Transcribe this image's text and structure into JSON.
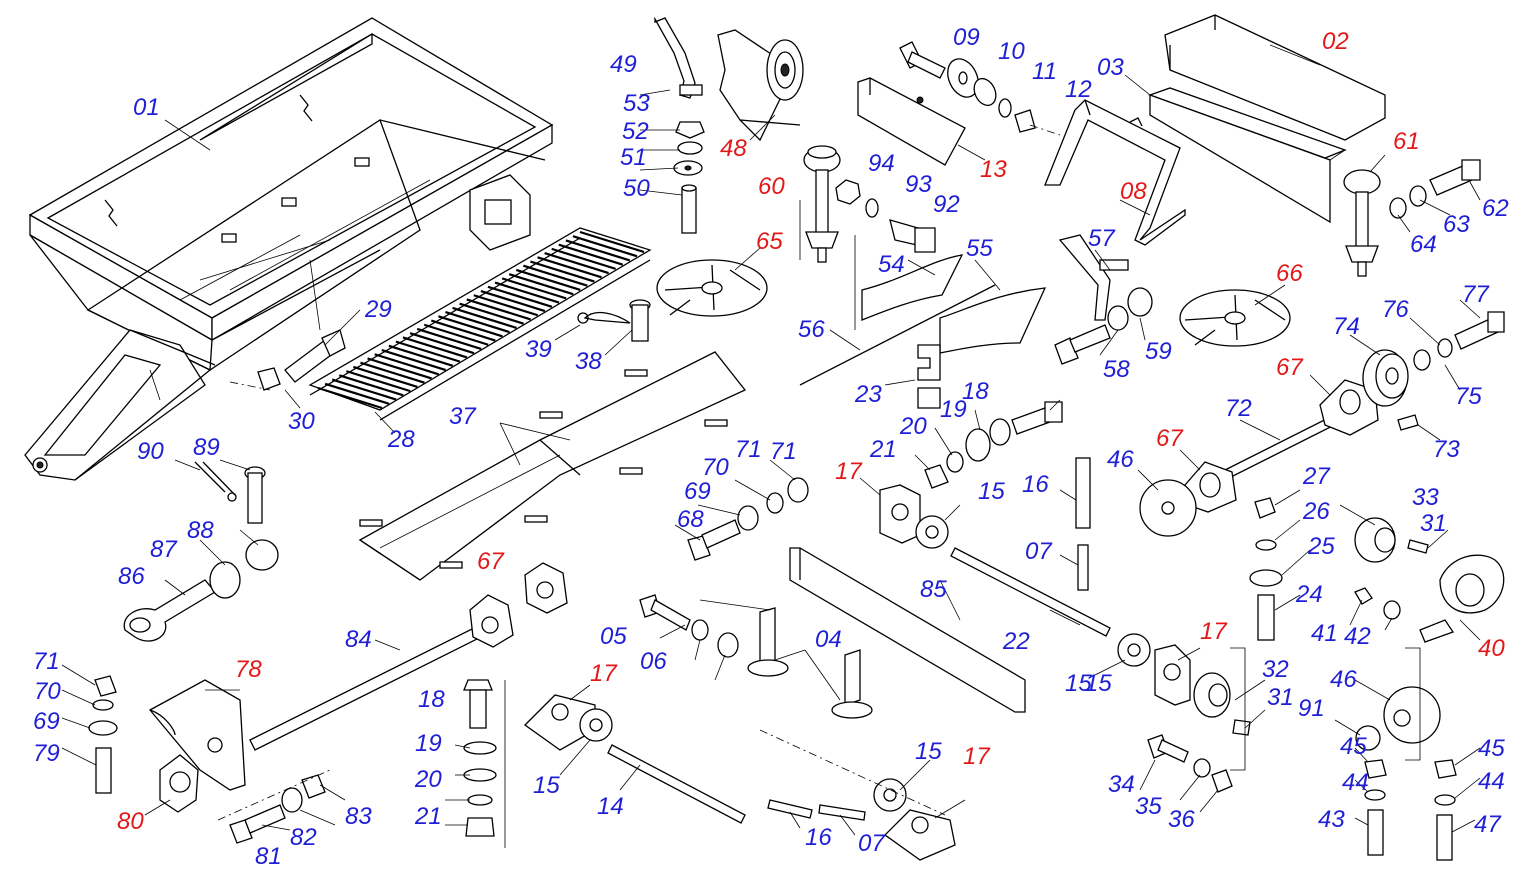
{
  "colors": {
    "standard_label": "#1f1fd6",
    "highlight_label": "#e31919",
    "line": "#000000",
    "background": "#ffffff"
  },
  "labels": [
    {
      "text": "01",
      "color": "blue"
    },
    {
      "text": "02",
      "color": "red"
    },
    {
      "text": "03",
      "color": "blue"
    },
    {
      "text": "04",
      "color": "blue"
    },
    {
      "text": "05",
      "color": "blue"
    },
    {
      "text": "06",
      "color": "blue"
    },
    {
      "text": "07",
      "color": "blue"
    },
    {
      "text": "07",
      "color": "blue"
    },
    {
      "text": "08",
      "color": "red"
    },
    {
      "text": "09",
      "color": "blue"
    },
    {
      "text": "10",
      "color": "blue"
    },
    {
      "text": "11",
      "color": "blue"
    },
    {
      "text": "12",
      "color": "blue"
    },
    {
      "text": "13",
      "color": "red"
    },
    {
      "text": "14",
      "color": "blue"
    },
    {
      "text": "15",
      "color": "blue"
    },
    {
      "text": "15",
      "color": "blue"
    },
    {
      "text": "15",
      "color": "blue"
    },
    {
      "text": "15",
      "color": "blue"
    },
    {
      "text": "15",
      "color": "blue"
    },
    {
      "text": "16",
      "color": "blue"
    },
    {
      "text": "16",
      "color": "blue"
    },
    {
      "text": "17",
      "color": "red"
    },
    {
      "text": "17",
      "color": "red"
    },
    {
      "text": "17",
      "color": "red"
    },
    {
      "text": "17",
      "color": "red"
    },
    {
      "text": "18",
      "color": "blue"
    },
    {
      "text": "18",
      "color": "blue"
    },
    {
      "text": "19",
      "color": "blue"
    },
    {
      "text": "19",
      "color": "blue"
    },
    {
      "text": "20",
      "color": "blue"
    },
    {
      "text": "20",
      "color": "blue"
    },
    {
      "text": "21",
      "color": "blue"
    },
    {
      "text": "21",
      "color": "blue"
    },
    {
      "text": "22",
      "color": "blue"
    },
    {
      "text": "23",
      "color": "blue"
    },
    {
      "text": "24",
      "color": "blue"
    },
    {
      "text": "25",
      "color": "blue"
    },
    {
      "text": "26",
      "color": "blue"
    },
    {
      "text": "27",
      "color": "blue"
    },
    {
      "text": "28",
      "color": "blue"
    },
    {
      "text": "29",
      "color": "blue"
    },
    {
      "text": "30",
      "color": "blue"
    },
    {
      "text": "31",
      "color": "blue"
    },
    {
      "text": "31",
      "color": "blue"
    },
    {
      "text": "32",
      "color": "blue"
    },
    {
      "text": "33",
      "color": "blue"
    },
    {
      "text": "34",
      "color": "blue"
    },
    {
      "text": "35",
      "color": "blue"
    },
    {
      "text": "36",
      "color": "blue"
    },
    {
      "text": "37",
      "color": "blue"
    },
    {
      "text": "38",
      "color": "blue"
    },
    {
      "text": "39",
      "color": "blue"
    },
    {
      "text": "40",
      "color": "red"
    },
    {
      "text": "41",
      "color": "blue"
    },
    {
      "text": "42",
      "color": "blue"
    },
    {
      "text": "43",
      "color": "blue"
    },
    {
      "text": "44",
      "color": "blue"
    },
    {
      "text": "44",
      "color": "blue"
    },
    {
      "text": "45",
      "color": "blue"
    },
    {
      "text": "45",
      "color": "blue"
    },
    {
      "text": "46",
      "color": "blue"
    },
    {
      "text": "46",
      "color": "blue"
    },
    {
      "text": "47",
      "color": "blue"
    },
    {
      "text": "48",
      "color": "red"
    },
    {
      "text": "49",
      "color": "blue"
    },
    {
      "text": "50",
      "color": "blue"
    },
    {
      "text": "51",
      "color": "blue"
    },
    {
      "text": "52",
      "color": "blue"
    },
    {
      "text": "53",
      "color": "blue"
    },
    {
      "text": "54",
      "color": "blue"
    },
    {
      "text": "55",
      "color": "blue"
    },
    {
      "text": "56",
      "color": "blue"
    },
    {
      "text": "57",
      "color": "blue"
    },
    {
      "text": "58",
      "color": "blue"
    },
    {
      "text": "59",
      "color": "blue"
    },
    {
      "text": "60",
      "color": "red"
    },
    {
      "text": "61",
      "color": "red"
    },
    {
      "text": "62",
      "color": "blue"
    },
    {
      "text": "63",
      "color": "blue"
    },
    {
      "text": "64",
      "color": "blue"
    },
    {
      "text": "65",
      "color": "red"
    },
    {
      "text": "66",
      "color": "red"
    },
    {
      "text": "67",
      "color": "red"
    },
    {
      "text": "67",
      "color": "red"
    },
    {
      "text": "67",
      "color": "red"
    },
    {
      "text": "68",
      "color": "blue"
    },
    {
      "text": "69",
      "color": "blue"
    },
    {
      "text": "69",
      "color": "blue"
    },
    {
      "text": "70",
      "color": "blue"
    },
    {
      "text": "70",
      "color": "blue"
    },
    {
      "text": "71",
      "color": "blue"
    },
    {
      "text": "71",
      "color": "blue"
    },
    {
      "text": "71",
      "color": "blue"
    },
    {
      "text": "72",
      "color": "blue"
    },
    {
      "text": "73",
      "color": "blue"
    },
    {
      "text": "74",
      "color": "blue"
    },
    {
      "text": "75",
      "color": "blue"
    },
    {
      "text": "76",
      "color": "blue"
    },
    {
      "text": "77",
      "color": "blue"
    },
    {
      "text": "78",
      "color": "red"
    },
    {
      "text": "79",
      "color": "blue"
    },
    {
      "text": "80",
      "color": "red"
    },
    {
      "text": "81",
      "color": "blue"
    },
    {
      "text": "82",
      "color": "blue"
    },
    {
      "text": "83",
      "color": "blue"
    },
    {
      "text": "84",
      "color": "blue"
    },
    {
      "text": "85",
      "color": "blue"
    },
    {
      "text": "86",
      "color": "blue"
    },
    {
      "text": "87",
      "color": "blue"
    },
    {
      "text": "88",
      "color": "blue"
    },
    {
      "text": "89",
      "color": "blue"
    },
    {
      "text": "90",
      "color": "blue"
    },
    {
      "text": "91",
      "color": "blue"
    },
    {
      "text": "92",
      "color": "blue"
    },
    {
      "text": "93",
      "color": "blue"
    },
    {
      "text": "94",
      "color": "blue"
    }
  ]
}
